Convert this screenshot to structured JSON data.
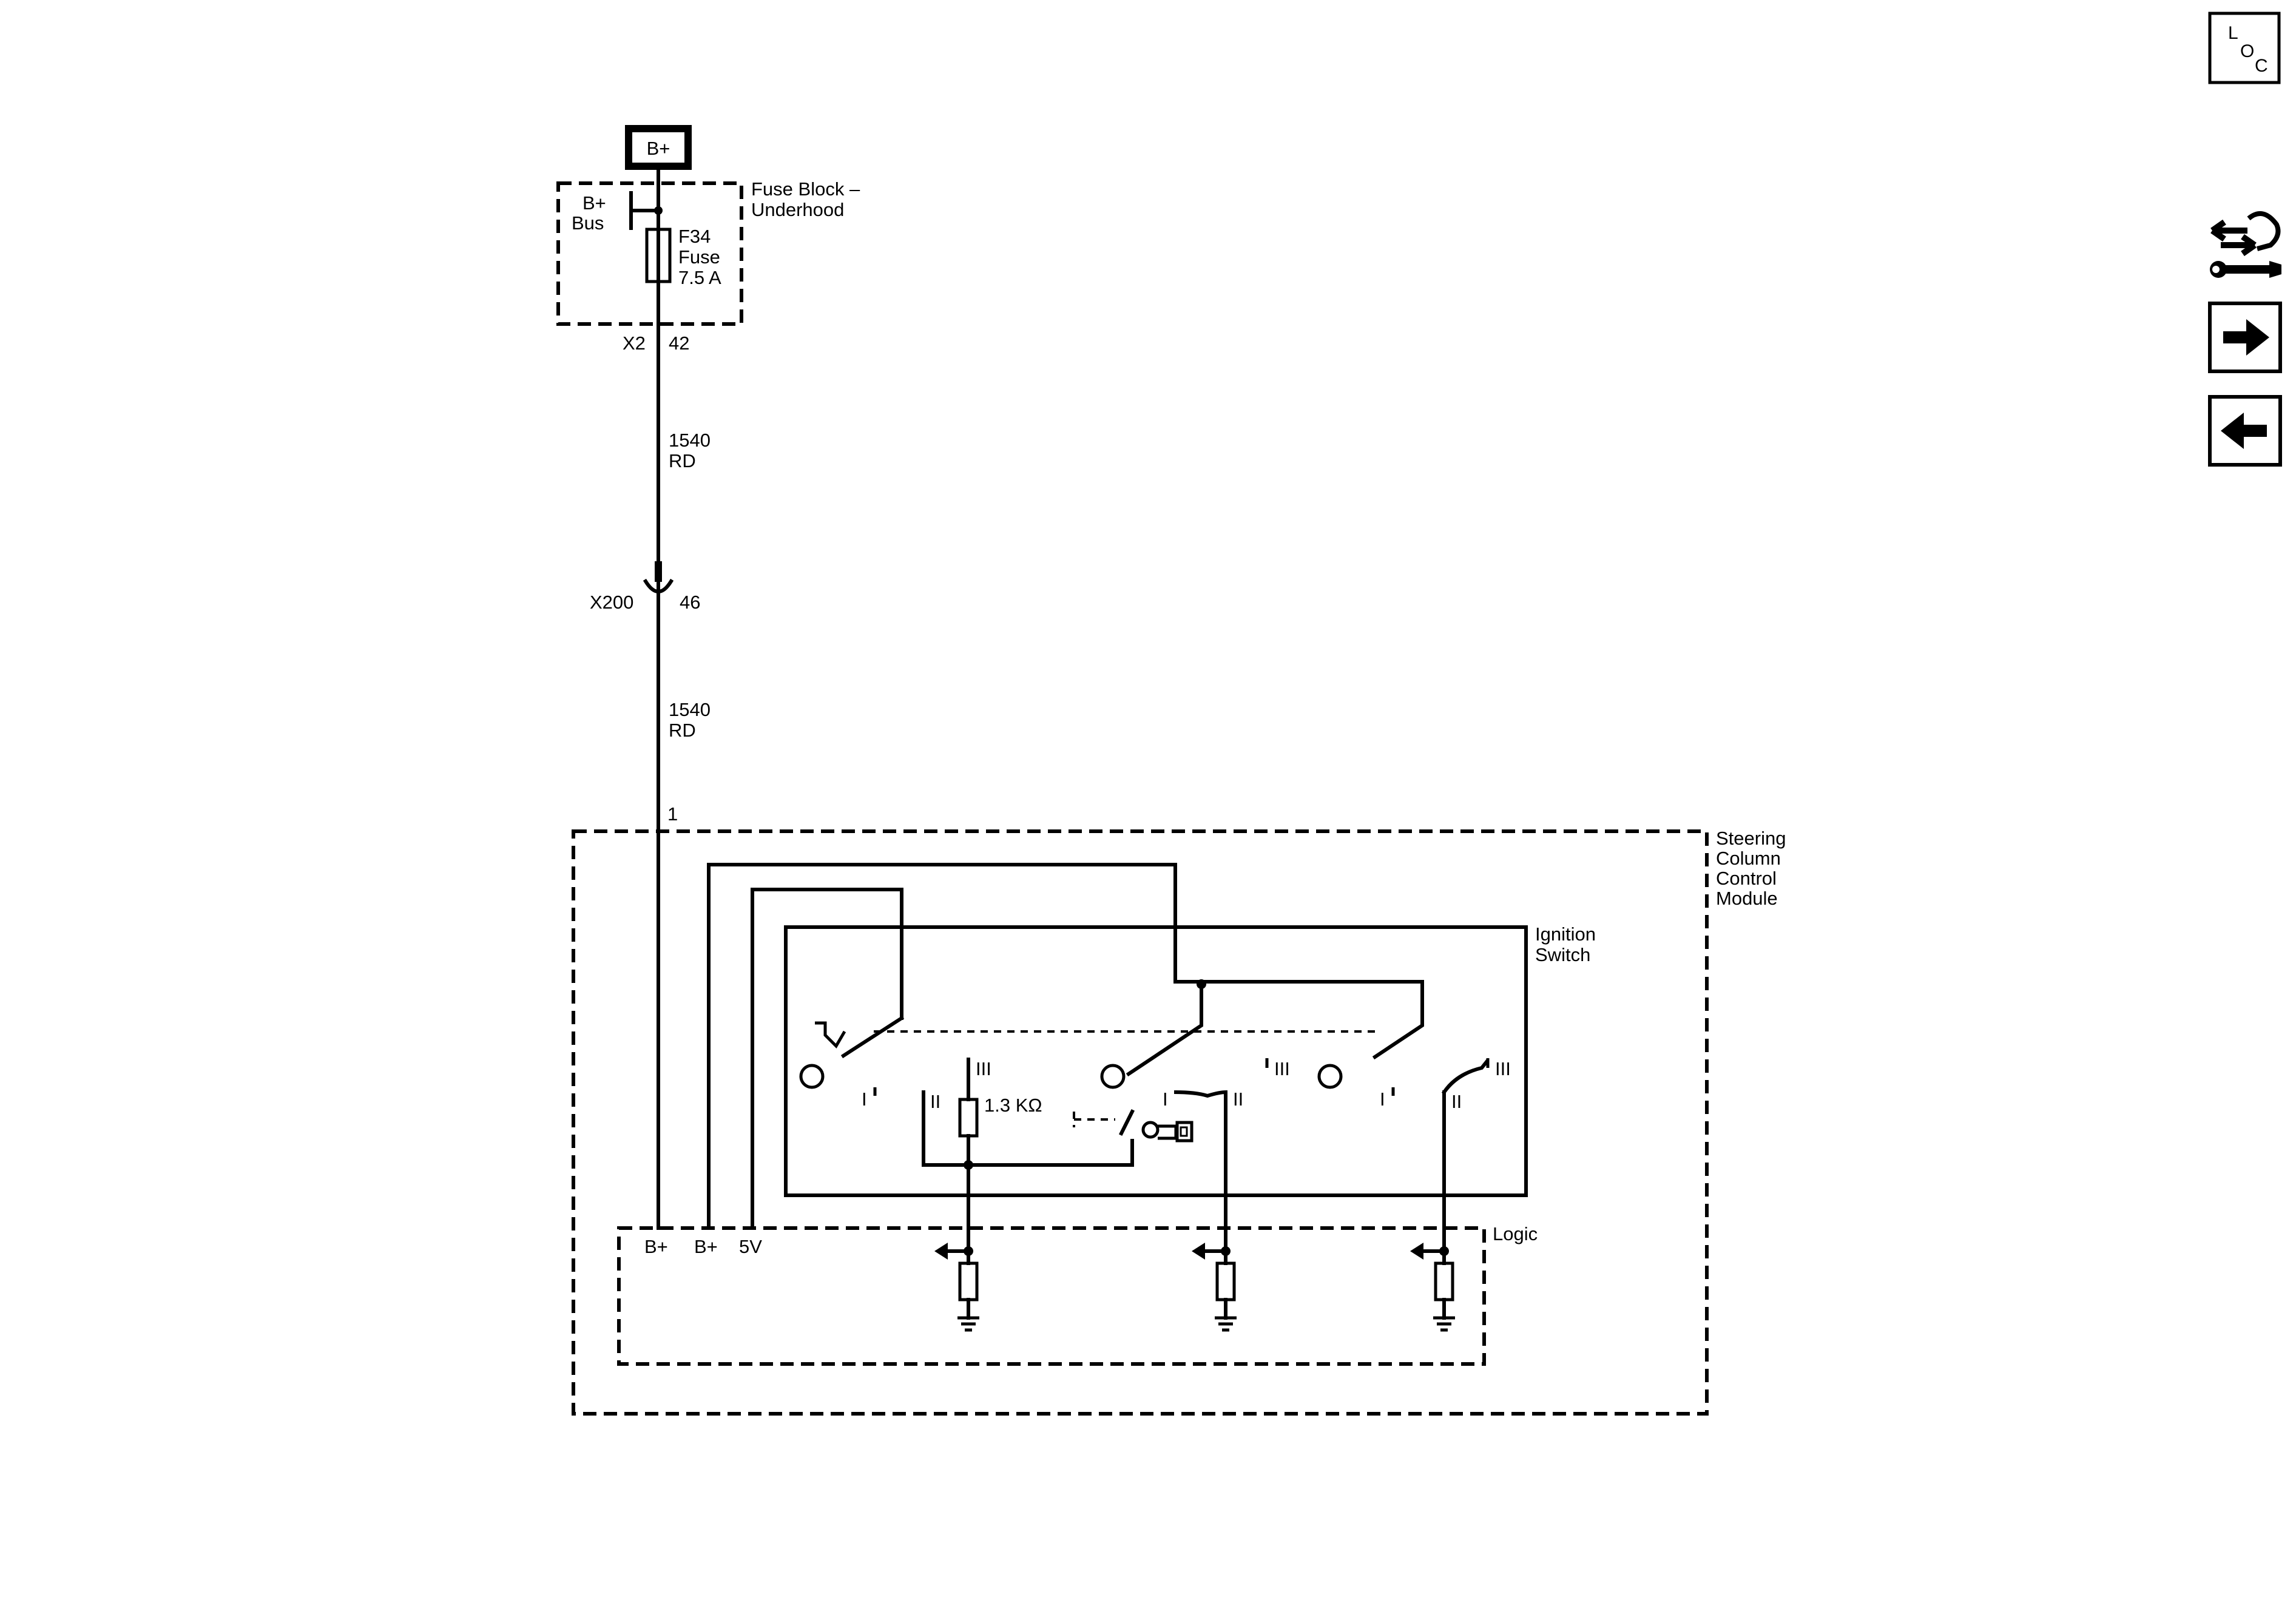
{
  "power": {
    "source_label": "B+",
    "bus_label_1": "B+",
    "bus_label_2": "Bus",
    "fuse_block_label_1": "Fuse Block –",
    "fuse_block_label_2": "Underhood",
    "fuse_label_1": "F34",
    "fuse_label_2": "Fuse",
    "fuse_label_3": "7.5 A",
    "connector_x2": "X2",
    "pin_42": "42"
  },
  "wire_upper": {
    "circuit": "1540",
    "color": "RD"
  },
  "inline_connector": {
    "name": "X200",
    "pin": "46"
  },
  "wire_lower": {
    "circuit": "1540",
    "color": "RD"
  },
  "module": {
    "pin_1": "1",
    "name_lines": [
      "Steering",
      "Column",
      "Control",
      "Module"
    ],
    "ignition_switch_lines": [
      "Ignition",
      "Switch"
    ],
    "resistor_value": "1.3 KΩ",
    "logic_label": "Logic",
    "logic_inputs": [
      "B+",
      "B+",
      "5V"
    ],
    "positions": {
      "sw1_I": "I",
      "sw1_II": "II",
      "sw1_III": "III",
      "sw2_I": "I",
      "sw2_II": "II",
      "sw2_III": "III",
      "sw3_I": "I",
      "sw3_II": "II",
      "sw3_III": "III"
    }
  },
  "nav": {
    "loc_letters": [
      "L",
      "O",
      "C"
    ]
  }
}
